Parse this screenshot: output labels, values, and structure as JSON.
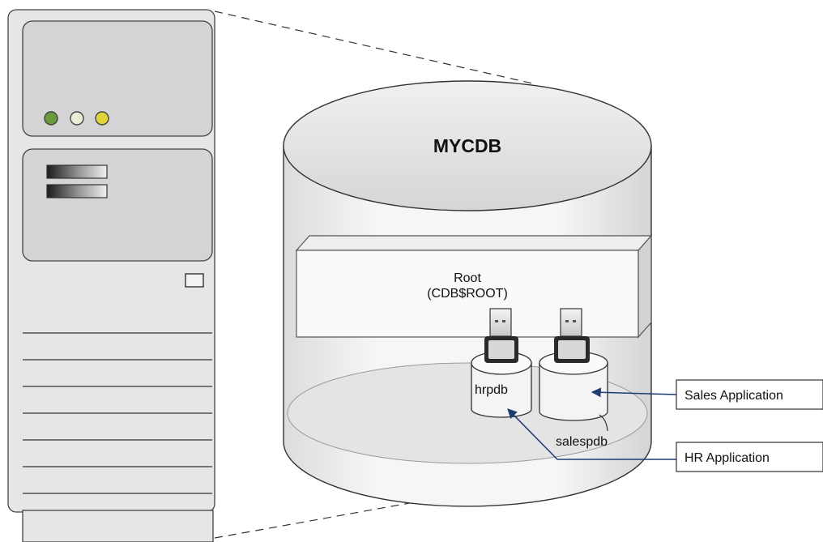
{
  "cdb": {
    "name": "MYCDB",
    "root_line1": "Root",
    "root_line2": "(CDB$ROOT)"
  },
  "pdbs": [
    {
      "name": "hrpdb"
    },
    {
      "name": "salespdb"
    }
  ],
  "applications": [
    {
      "label": "Sales Application"
    },
    {
      "label": "HR Application"
    }
  ],
  "colors": {
    "server_body": "#e6e6e6",
    "panel": "#d4d4d4",
    "led_green": "#6a9a3c",
    "led_white": "#ececd8",
    "led_yellow": "#e0d43a",
    "arrow": "#1f3b73",
    "line": "#333333"
  }
}
